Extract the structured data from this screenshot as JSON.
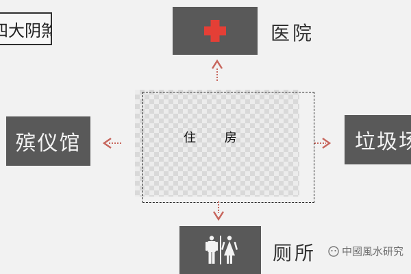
{
  "title": "四大阴煞",
  "center": {
    "label": "住 房"
  },
  "hospital": {
    "label": "医院"
  },
  "funeral_home": {
    "label": "殡仪馆"
  },
  "garbage": {
    "label": "垃圾场"
  },
  "toilet": {
    "label": "厕所"
  },
  "watermark": {
    "text": "中國風水研究"
  },
  "colors": {
    "box_fill": "#595959",
    "arrow": "#c7665d",
    "cross": "#e43f36"
  },
  "icons": [
    "red-cross-icon",
    "man-icon",
    "woman-icon",
    "arrow-up-icon",
    "arrow-left-icon",
    "arrow-right-icon",
    "arrow-down-icon"
  ]
}
